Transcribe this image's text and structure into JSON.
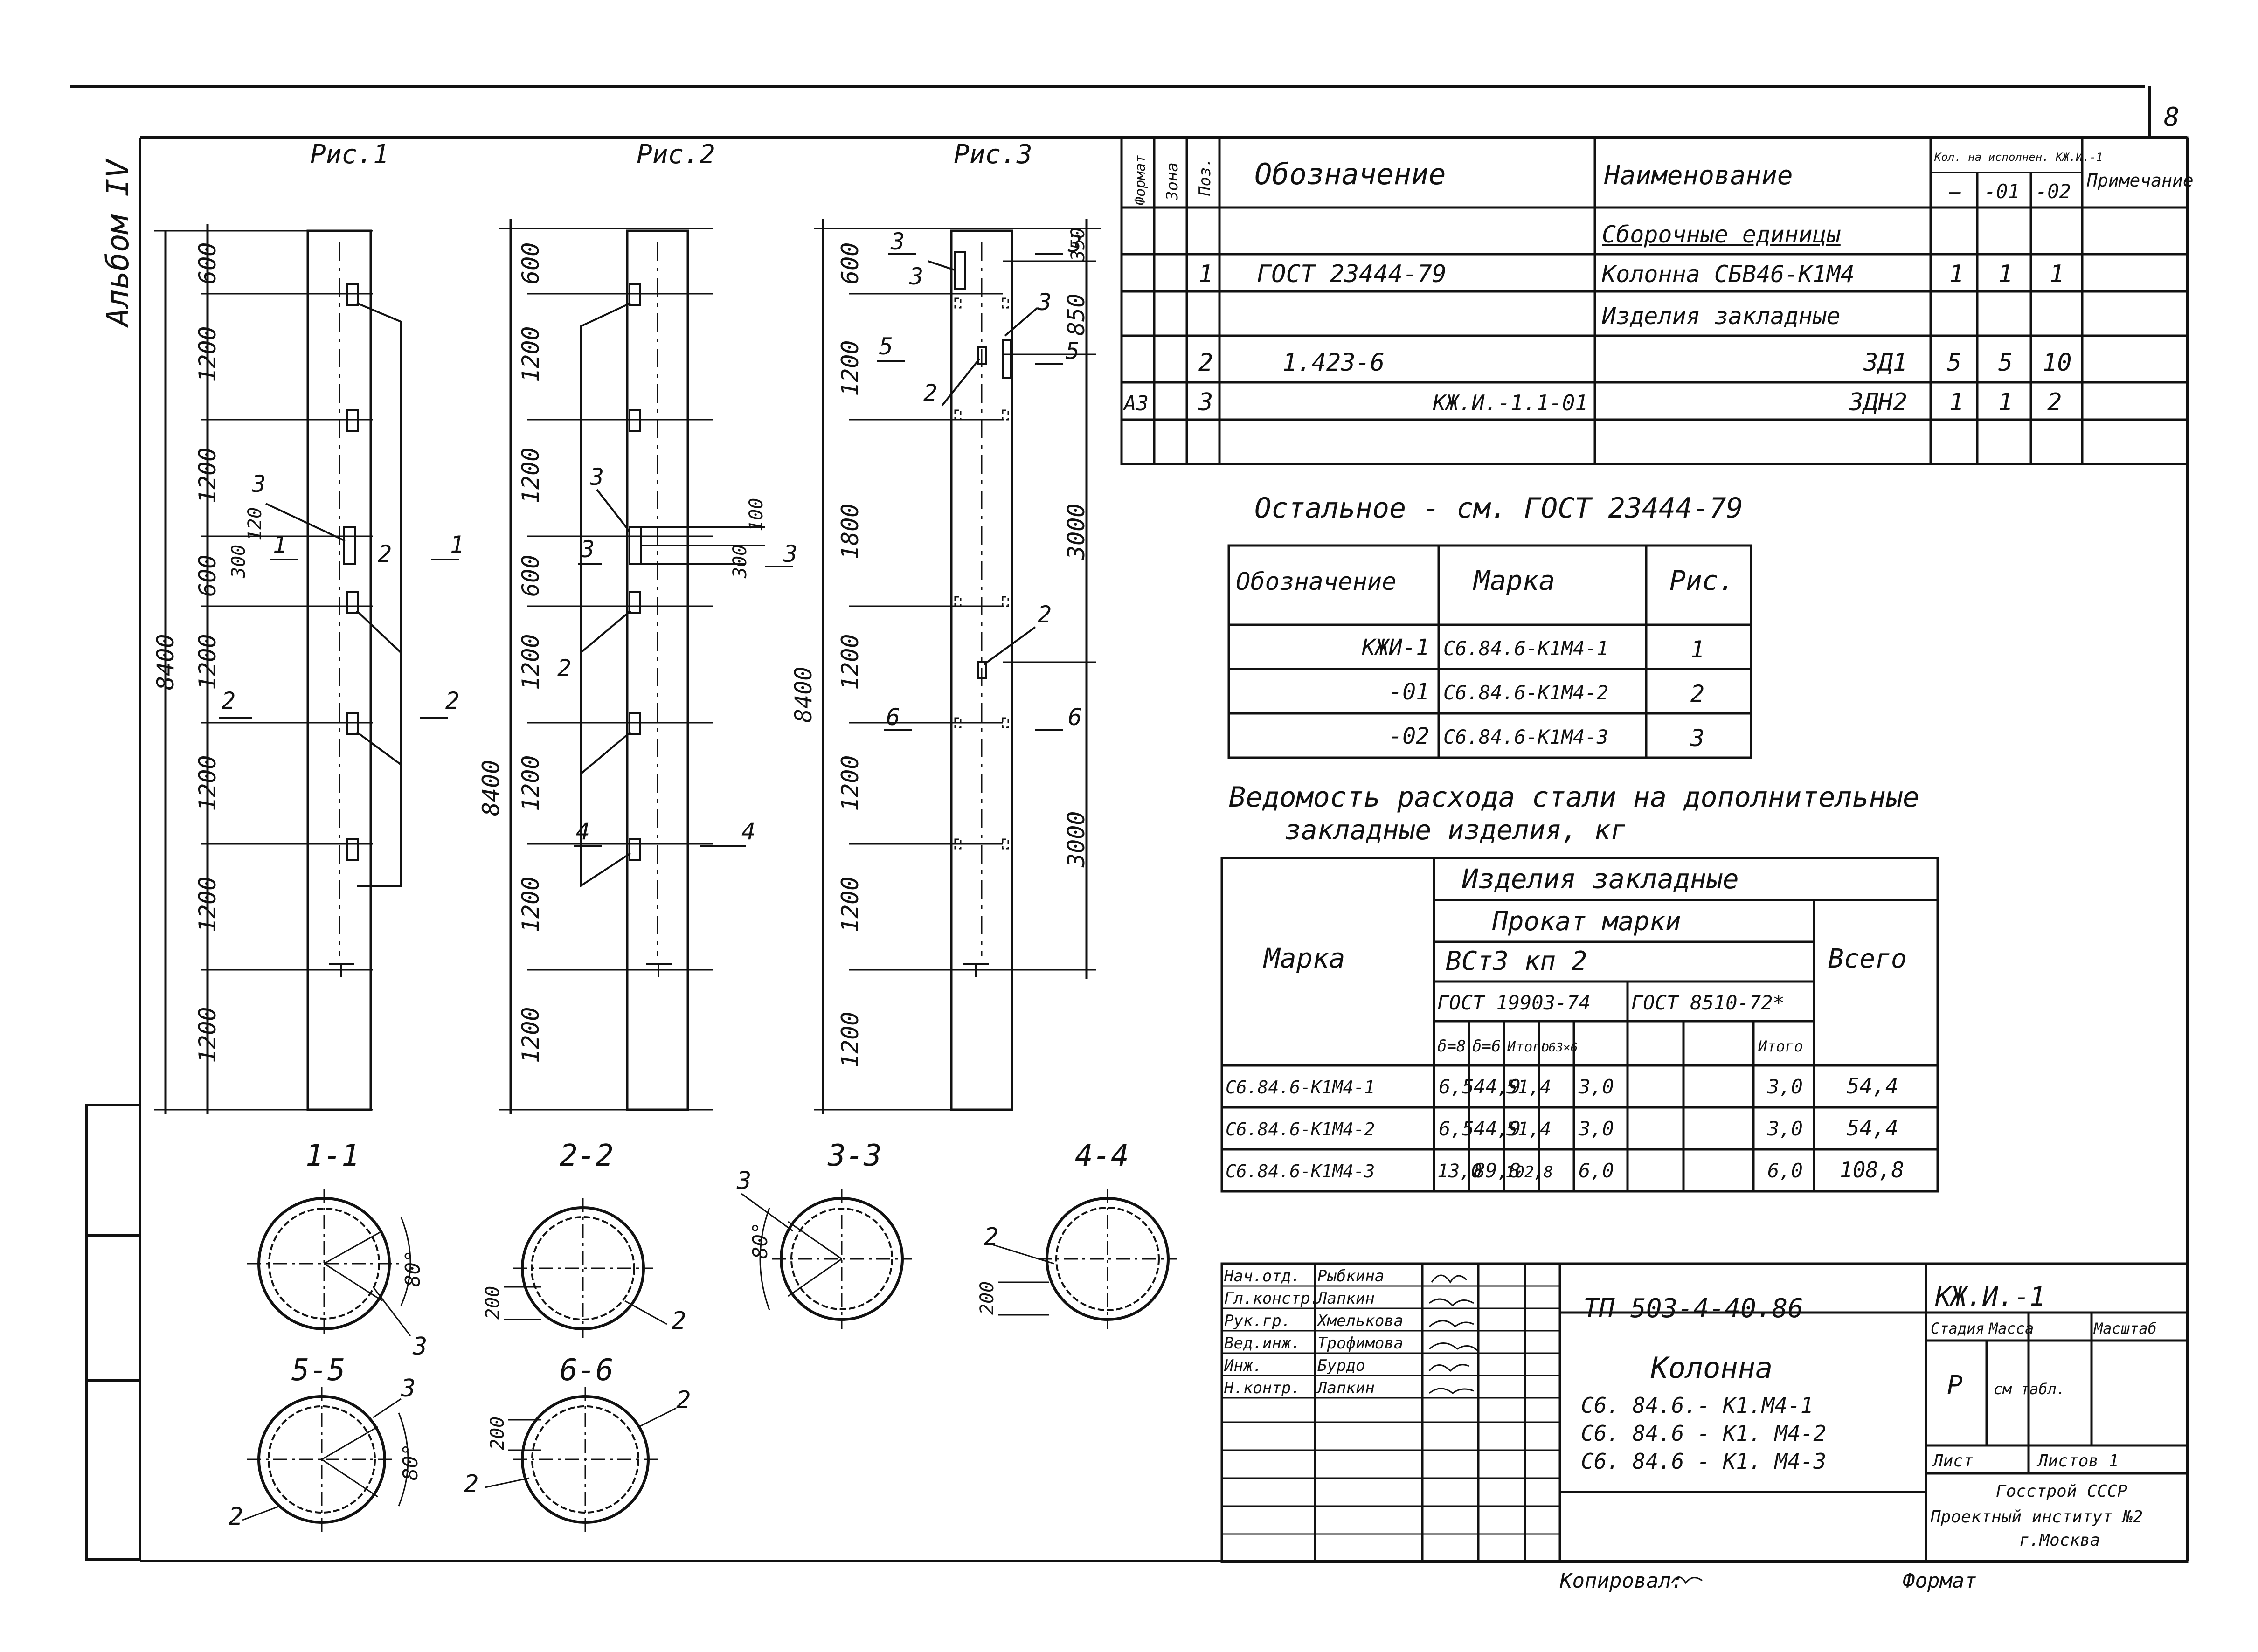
{
  "sheet": {
    "page_number": "8",
    "album_label": "Альбом IV",
    "copied_label": "Копировал:",
    "format_label": "Формат"
  },
  "figures": {
    "fig1": {
      "title": "Рис.1",
      "total": "8400",
      "dims": [
        "600",
        "1200",
        "1200",
        "600",
        "1200",
        "1200",
        "1200",
        "1200"
      ],
      "sub_dims": [
        "300",
        "120"
      ],
      "callouts": [
        "3",
        "2"
      ],
      "cut_marks": [
        "1",
        "1",
        "2",
        "2"
      ]
    },
    "fig2": {
      "title": "Рис.2",
      "total": "8400",
      "dims": [
        "600",
        "1200",
        "1200",
        "600",
        "1200",
        "1200",
        "1200",
        "1200"
      ],
      "sub_dims": [
        "300",
        "100"
      ],
      "callouts": [
        "3",
        "2"
      ],
      "cut_marks": [
        "3",
        "3",
        "4",
        "4"
      ]
    },
    "fig3": {
      "title": "Рис.3",
      "total": "8400",
      "dims_left": [
        "600",
        "1200",
        "1800",
        "1200",
        "1200",
        "1200",
        "1200"
      ],
      "dims_right": [
        "350",
        "850",
        "3000",
        "3000"
      ],
      "callouts": [
        "3",
        "3",
        "2",
        "2"
      ],
      "cut_marks": [
        "3",
        "3",
        "5",
        "5",
        "6",
        "6"
      ]
    }
  },
  "sections": [
    {
      "label": "1-1",
      "angle": "80°",
      "callout": "3"
    },
    {
      "label": "2-2",
      "dim": "200",
      "callout": "2"
    },
    {
      "label": "3-3",
      "angle": "80°",
      "callout": "3"
    },
    {
      "label": "4-4",
      "dim": "200",
      "callout": "2"
    },
    {
      "label": "5-5",
      "angle": "80°",
      "callouts": [
        "3",
        "2"
      ]
    },
    {
      "label": "6-6",
      "dim": "200",
      "callouts": [
        "2",
        "2"
      ]
    }
  ],
  "spec": {
    "headers": {
      "format": "Формат",
      "zone": "Зона",
      "pos": "Поз.",
      "designation": "Обозначение",
      "name": "Наименование",
      "qty": "Кол. на исполнен. КЖ.И.-1",
      "qty_cols": [
        "–",
        "-01",
        "-02"
      ],
      "note": "Примечание"
    },
    "rows": [
      {
        "format": "",
        "pos": "",
        "designation": "",
        "name": "Сборочные единицы",
        "q": [
          "",
          "",
          ""
        ],
        "underline": true
      },
      {
        "format": "",
        "pos": "1",
        "designation": "ГОСТ 23444-79",
        "name": "Колонна СБВ46-К1М4",
        "q": [
          "1",
          "1",
          "1"
        ]
      },
      {
        "format": "",
        "pos": "",
        "designation": "",
        "name": "Изделия закладные",
        "q": [
          "",
          "",
          ""
        ]
      },
      {
        "format": "",
        "pos": "2",
        "designation": "1.423-6",
        "name": "ЗД1",
        "q": [
          "5",
          "5",
          "10"
        ]
      },
      {
        "format": "А3",
        "pos": "3",
        "designation": "КЖ.И.-1.1-01",
        "name": "ЗДН2",
        "q": [
          "1",
          "1",
          "2"
        ]
      },
      {
        "format": "",
        "pos": "",
        "designation": "",
        "name": "",
        "q": [
          "",
          "",
          ""
        ]
      }
    ]
  },
  "rest_note": "Остальное - см. ГОСТ 23444-79",
  "marks_table": {
    "headers": [
      "Обозначение",
      "Марка",
      "Рис."
    ],
    "rows": [
      [
        "КЖИ-1",
        "С6.84.6-К1М4-1",
        "1"
      ],
      [
        "-01",
        "С6.84.6-К1М4-2",
        "2"
      ],
      [
        "-02",
        "С6.84.6-К1М4-3",
        "3"
      ]
    ]
  },
  "steel_title_1": "Ведомость расхода стали на дополнительные",
  "steel_title_2": "закладные изделия, кг",
  "steel_table": {
    "h_mark": "Марка",
    "h_items": "Изделия закладные",
    "h_rolled": "Прокат марки",
    "h_grade": "ВСт3 кп 2",
    "h_total": "Всего",
    "h_gost1": "ГОСТ 19903-74",
    "h_gost2": "ГОСТ 8510-72*",
    "h_cols": [
      "δ=8",
      "δ=6",
      "Итого",
      "L63×6",
      "",
      "Итого"
    ],
    "rows": [
      [
        "С6.84.6-К1М4-1",
        "6,5",
        "44,9",
        "51,4",
        "3,0",
        "",
        "3,0",
        "54,4"
      ],
      [
        "С6.84.6-К1М4-2",
        "6,5",
        "44,9",
        "51,4",
        "3,0",
        "",
        "3,0",
        "54,4"
      ],
      [
        "С6.84.6-К1М4-3",
        "13,0",
        "89,8",
        "102,8",
        "6,0",
        "",
        "6,0",
        "108,8"
      ]
    ]
  },
  "title_block": {
    "roles": [
      "Нач.отд.",
      "Гл.констр.",
      "Рук.гр.",
      "Вед.инж.",
      "Инж.",
      "Н.контр."
    ],
    "names": [
      "Рыбкина",
      "Лапкин",
      "Хмелькова",
      "Трофимова",
      "Бурдо",
      "Лапкин"
    ],
    "doc_code": "ТП 503-4-40.86",
    "sheet_code": "КЖ.И.-1",
    "object_title": "Колонна",
    "object_marks": [
      "С6. 84.6.- К1.М4-1",
      "С6. 84.6 - К1. М4-2",
      "С6. 84.6 - К1. М4-3"
    ],
    "stage_label": "Стадия",
    "mass_label": "Масса",
    "scale_label": "Масштаб",
    "stage": "Р",
    "mass": "см табл.",
    "sheet_label": "Лист",
    "sheets_label": "Листов 1",
    "org_1": "Госстрой СССР",
    "org_2": "Проектный институт №2",
    "org_3": "г.Москва"
  }
}
